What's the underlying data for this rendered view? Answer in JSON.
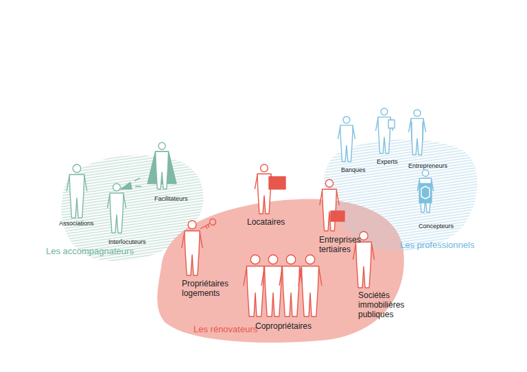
{
  "diagram": {
    "nodes": [
      {
        "text": [
          "Les accompagnateurs"
        ]
      },
      {
        "text": [
          "Les rénovateurs"
        ]
      },
      {
        "text": [
          "Les professionnels"
        ]
      }
    ],
    "labels": [
      "Associations",
      "Interlocuteurs",
      "Facilitateurs",
      "Locataires",
      "Propriétaires logements",
      "Entreprises tertiaires",
      "Copropriétaires",
      "Sociétés immobilières publiques",
      "Banques",
      "Experts",
      "Entrepreneurs",
      "Concepteurs"
    ]
  }
}
